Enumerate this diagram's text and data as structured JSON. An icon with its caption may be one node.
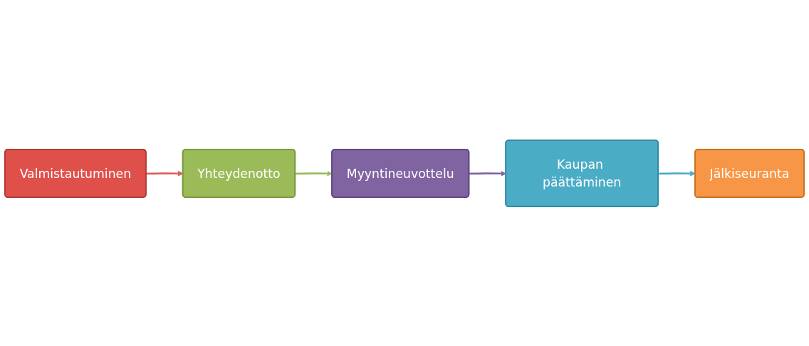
{
  "diagram": {
    "nodes": [
      {
        "text": [
          "Valmistautuminen"
        ]
      },
      {
        "text": [
          "Yhteydenotto"
        ]
      },
      {
        "text": [
          "Myyntineuvottelu"
        ]
      },
      {
        "text": [
          "Kaupan päättäminen"
        ]
      },
      {
        "text": [
          "Jälkiseuranta"
        ]
      }
    ],
    "edges": [
      {
        "from": 0,
        "to": 1,
        "arrow": "to",
        "color": "#d9605a"
      },
      {
        "from": 1,
        "to": 2,
        "arrow": "to",
        "color": "#9bbb59"
      },
      {
        "from": 2,
        "to": 3,
        "arrow": "to",
        "color": "#8064a2"
      },
      {
        "from": 3,
        "to": 4,
        "arrow": "to",
        "color": "#4bacc6"
      }
    ]
  }
}
